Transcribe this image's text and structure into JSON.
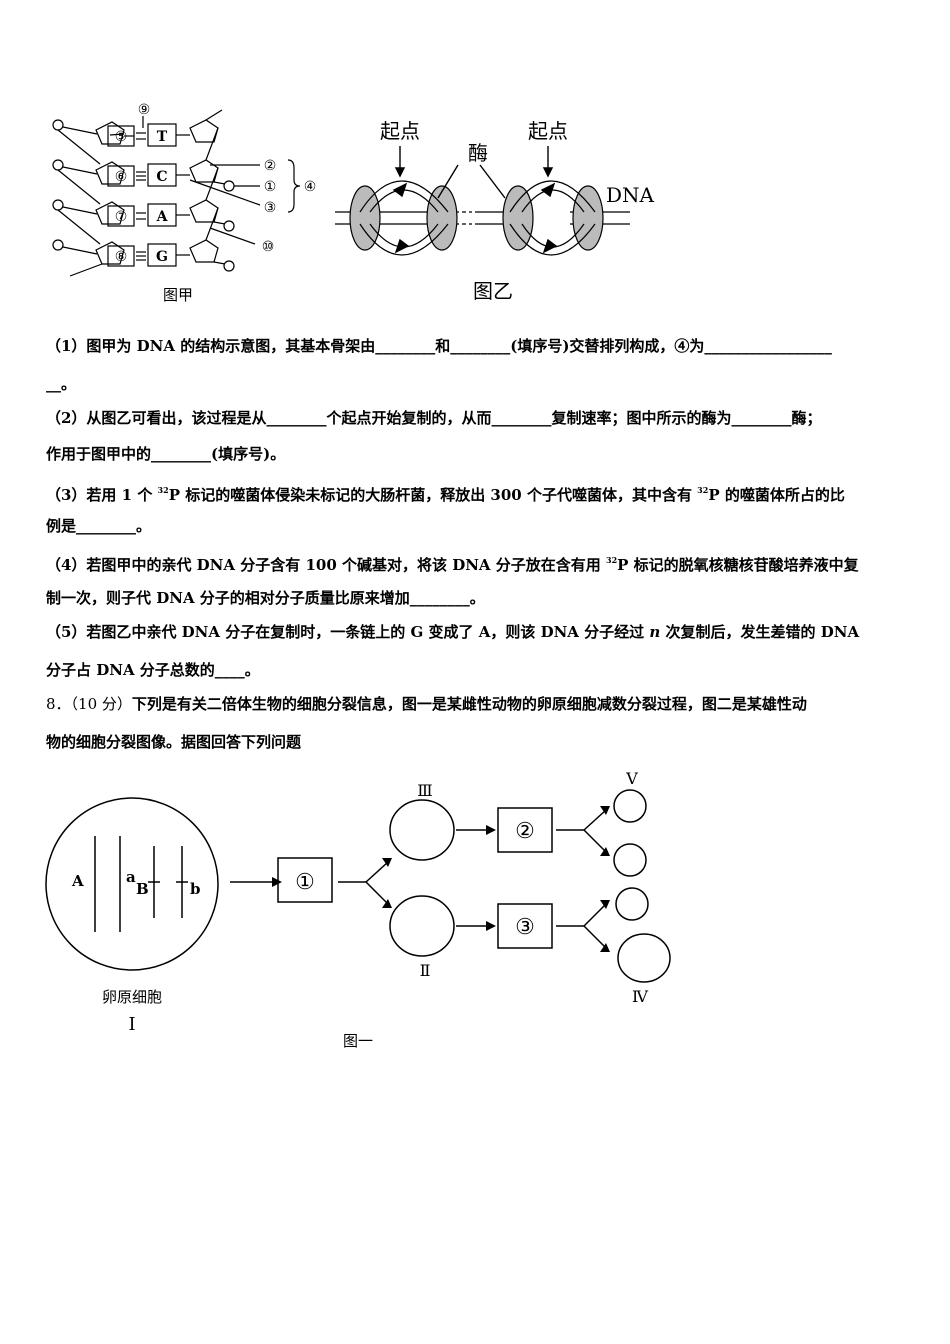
{
  "fig_jia": {
    "caption": "图甲",
    "circled": [
      "⑤",
      "⑥",
      "⑦",
      "⑧"
    ],
    "bases": [
      "T",
      "C",
      "A",
      "G"
    ],
    "top_label": "⑨",
    "side_labels": [
      "②",
      "①",
      "③"
    ],
    "brace_label": "④",
    "bottom_label": "⑩"
  },
  "fig_yi": {
    "caption": "图乙",
    "origin_left": "起点",
    "enzyme": "酶",
    "origin_right": "起点",
    "dna": "DNA"
  },
  "questions": {
    "q1_a": "（1）图甲为 DNA 的结构示意图，其基本骨架由________和________(填序号)交替排列构成，④为_________________",
    "q1_b": "__。",
    "q2_a": "（2）从图乙可看出，该过程是从________个起点开始复制的，从而________复制速率；图中所示的酶为________酶；",
    "q2_b": "作用于图甲中的________(填序号)。",
    "q3_a1": "（3）若用 1 个 ",
    "q3_sup1": "32",
    "q3_a2": "P 标记的噬菌体侵染未标记的大肠杆菌，释放出 300 个子代噬菌体，其中含有 ",
    "q3_sup2": "32",
    "q3_a3": "P 的噬菌体所占的比",
    "q3_b": "例是________。",
    "q4_a1": "（4）若图甲中的亲代 DNA 分子含有 100 个碱基对，将该 DNA 分子放在含有用 ",
    "q4_sup": "32",
    "q4_a2": "P 标记的脱氧核糖核苷酸培养液中复",
    "q4_b": "制一次，则子代 DNA 分子的相对分子质量比原来增加________。",
    "q5_a1": "（5）若图乙中亲代 DNA 分子在复制时，一条链上的 G 变成了 A，则该 DNA 分子经过 ",
    "q5_n": "n",
    "q5_a2": " 次复制后，发生差错的 DNA",
    "q5_b": "分子占 DNA 分子总数的____。",
    "q8_num": "8．（10 分）",
    "q8_a": "下列是有关二倍体生物的细胞分裂信息，图一是某雌性动物的卵原细胞减数分裂过程，图二是某雄性动",
    "q8_b": "物的细胞分裂图像。据图回答下列问题"
  },
  "fig_yiyi": {
    "caption": "图一",
    "cell_name": "卵原细胞",
    "cell_roman": "Ⅰ",
    "genes": [
      "A",
      "a",
      "B",
      "b"
    ],
    "boxes": [
      "①",
      "②",
      "③"
    ],
    "labels": [
      "Ⅲ",
      "Ⅱ",
      "Ⅴ",
      "Ⅳ"
    ]
  }
}
